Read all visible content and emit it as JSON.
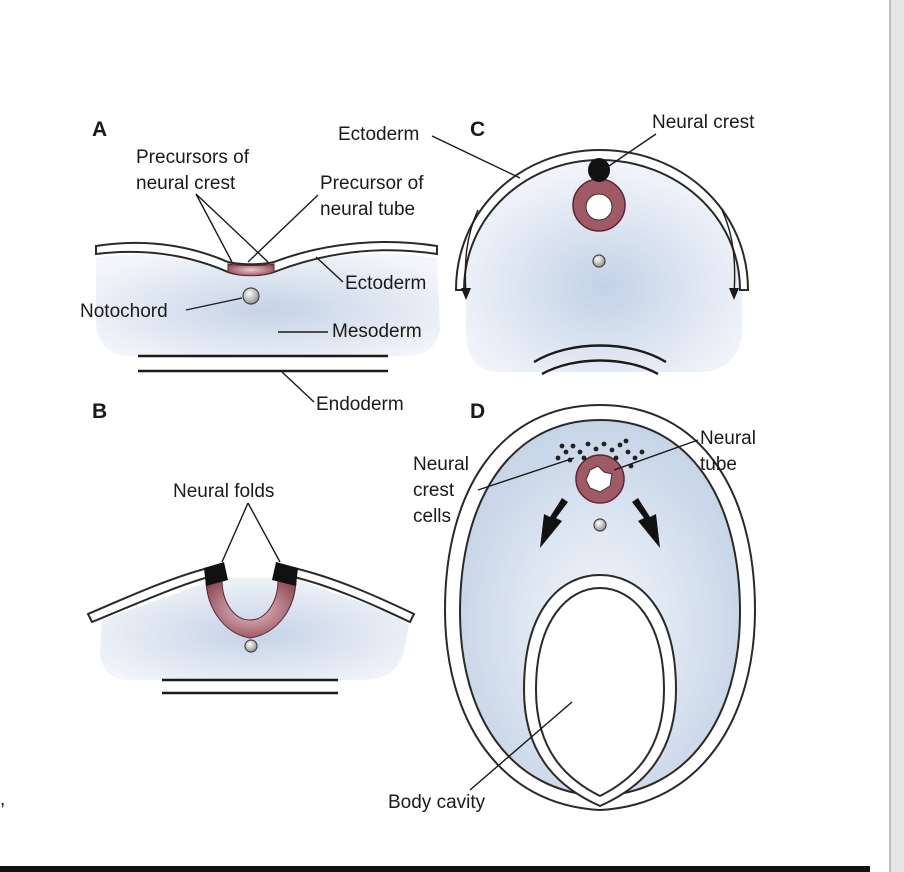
{
  "colors": {
    "tissue_light": "#eef2f8",
    "tissue_dark": "#c5d3e6",
    "neural_plate": "#a05a66",
    "neural_plate_dark": "#6e2f3b",
    "crest_black": "#111111",
    "line": "#1a1a1a"
  },
  "panels": {
    "A": {
      "letter": "A",
      "precursors_crest": [
        "Precursors of",
        "neural crest"
      ],
      "precursor_tube": [
        "Precursor of",
        "neural tube"
      ],
      "ectoderm": "Ectoderm",
      "notochord": "Notochord",
      "mesoderm": "Mesoderm",
      "endoderm": "Endoderm"
    },
    "B": {
      "letter": "B",
      "neural_folds": "Neural folds"
    },
    "C": {
      "letter": "C",
      "ectoderm": "Ectoderm",
      "neural_crest": "Neural crest"
    },
    "D": {
      "letter": "D",
      "neural_tube": [
        "Neural",
        "tube"
      ],
      "neural_crest_cells": [
        "Neural",
        "crest",
        "cells"
      ],
      "body_cavity": "Body cavity"
    }
  }
}
